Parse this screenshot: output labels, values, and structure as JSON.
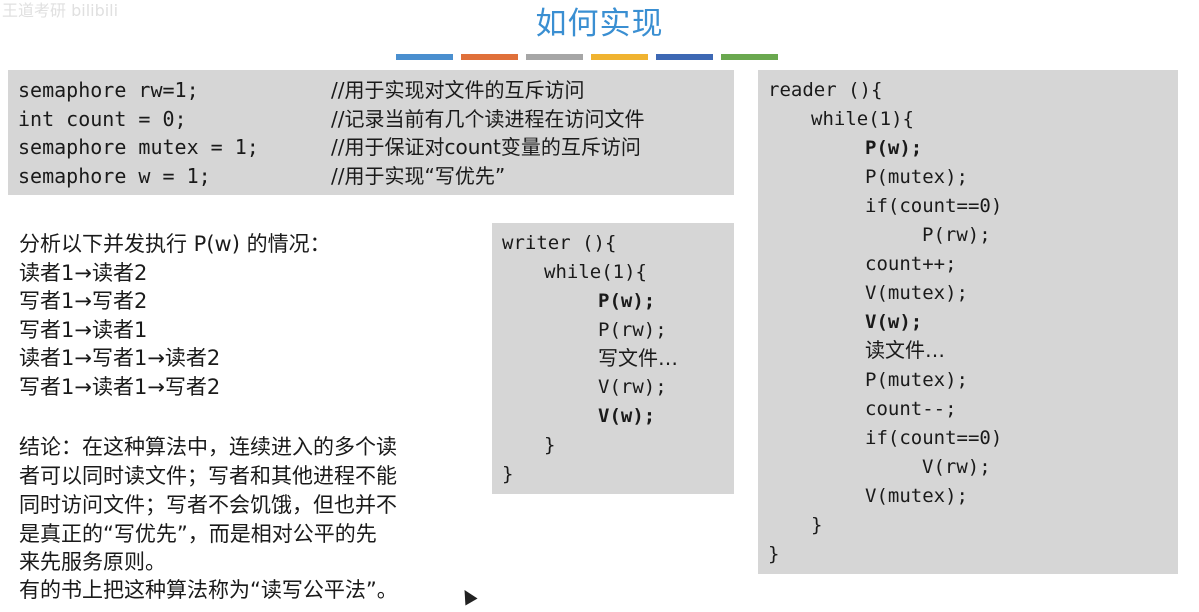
{
  "slide": {
    "title": "如何实现",
    "watermark": "王道考研  bilibili",
    "stripe_colors": [
      "#4a8fcf",
      "#e0703a",
      "#a6a6a6",
      "#f0b330",
      "#3d68b4",
      "#6aa84f"
    ]
  },
  "declarations": [
    {
      "code": "semaphore rw=1;",
      "comment": "//用于实现对文件的互斥访问"
    },
    {
      "code": "int count = 0;",
      "comment": "//记录当前有几个读进程在访问文件"
    },
    {
      "code": "semaphore mutex = 1;",
      "comment": "//用于保证对count变量的互斥访问"
    },
    {
      "code": "semaphore w = 1;",
      "comment": "//用于实现“写优先”"
    }
  ],
  "analysis": {
    "heading": "分析以下并发执行 P(w) 的情况：",
    "cases": [
      "读者1→读者2",
      "写者1→写者2",
      "写者1→读者1",
      "读者1→写者1→读者2",
      "写者1→读者1→写者2"
    ],
    "conclusion_lines": [
      "结论：在这种算法中，连续进入的多个读",
      "者可以同时读文件；写者和其他进程不能",
      "同时访问文件；写者不会饥饿，但也并不",
      "是真正的“写优先”，而是相对公平的先",
      "来先服务原则。",
      "有的书上把这种算法称为“读写公平法”。"
    ]
  },
  "writer": {
    "lines": [
      "writer (){",
      "while(1){",
      "P(w);",
      "P(rw);",
      "写文件…",
      "V(rw);",
      "V(w);",
      "}",
      "}"
    ]
  },
  "reader": {
    "lines": [
      "reader (){",
      "while(1){",
      "P(w);",
      "P(mutex);",
      "if(count==0)",
      "P(rw);",
      "count++;",
      "V(mutex);",
      "V(w);",
      "读文件…",
      "P(mutex);",
      "count--;",
      "if(count==0)",
      "V(rw);",
      "V(mutex);",
      "}",
      "}"
    ]
  }
}
